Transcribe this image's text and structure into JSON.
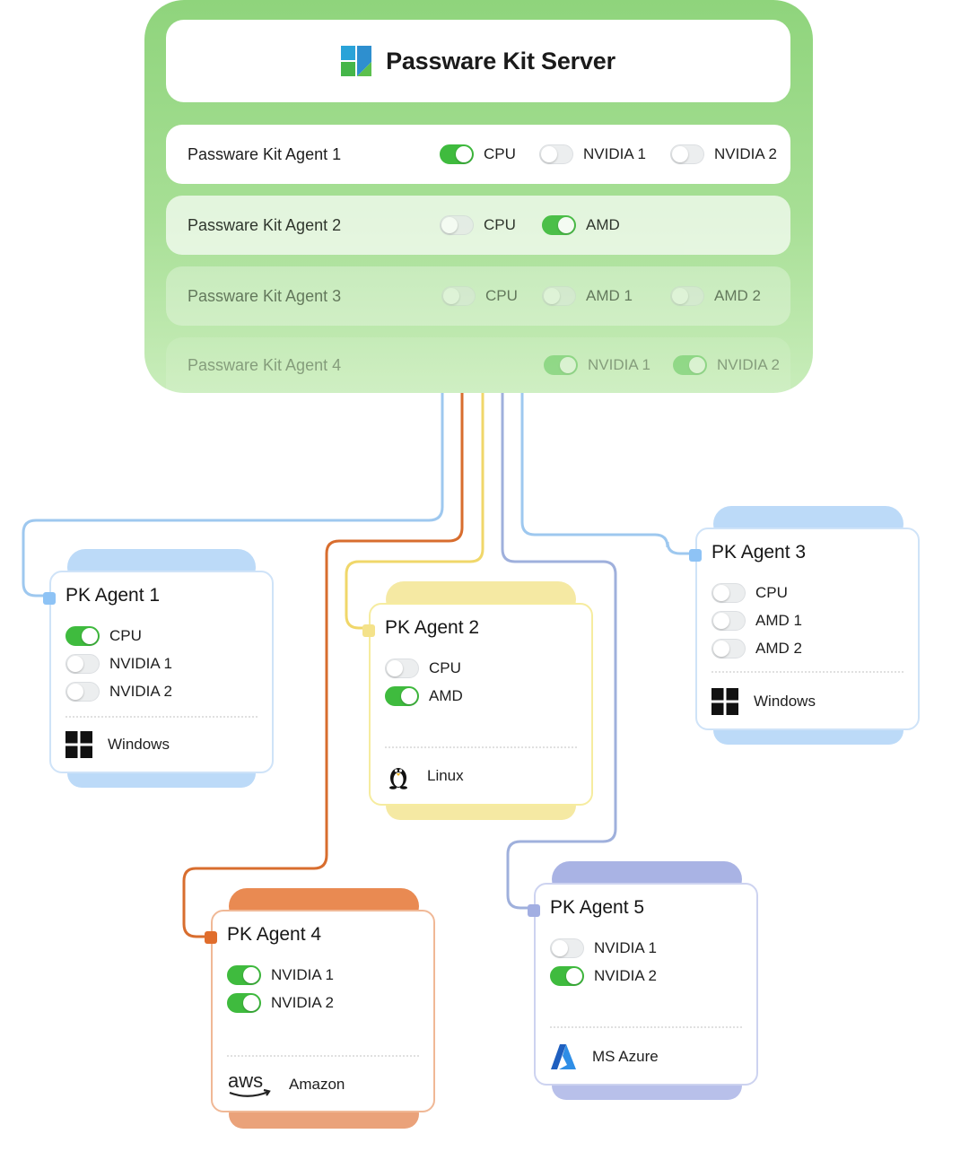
{
  "server": {
    "title": "Passware Kit Server",
    "logo_icon": "passware-logo-icon",
    "rows": [
      {
        "name": "Passware Kit Agent 1",
        "resources": [
          {
            "label": "CPU",
            "on": true
          },
          {
            "label": "NVIDIA 1",
            "on": false
          },
          {
            "label": "NVIDIA 2",
            "on": false
          }
        ]
      },
      {
        "name": "Passware Kit Agent 2",
        "resources": [
          {
            "label": "CPU",
            "on": false
          },
          {
            "label": "AMD",
            "on": true
          }
        ]
      },
      {
        "name": "Passware Kit Agent 3",
        "resources": [
          {
            "label": "CPU",
            "on": false
          },
          {
            "label": "AMD 1",
            "on": false
          },
          {
            "label": "AMD 2",
            "on": false
          }
        ]
      },
      {
        "name": "Passware Kit Agent 4",
        "resources": [
          {
            "label": "NVIDIA 1",
            "on": true
          },
          {
            "label": "NVIDIA 2",
            "on": true
          }
        ]
      }
    ]
  },
  "agents": [
    {
      "title": "PK Agent 1",
      "color": "#8ec3f5",
      "resources": [
        {
          "label": "CPU",
          "on": true
        },
        {
          "label": "NVIDIA 1",
          "on": false
        },
        {
          "label": "NVIDIA 2",
          "on": false
        }
      ],
      "platform": "Windows",
      "platform_icon": "windows-icon"
    },
    {
      "title": "PK Agent 2",
      "color": "#f4e28a",
      "resources": [
        {
          "label": "CPU",
          "on": false
        },
        {
          "label": "AMD",
          "on": true
        }
      ],
      "platform": "Linux",
      "platform_icon": "linux-penguin-icon"
    },
    {
      "title": "PK Agent 3",
      "color": "#8ec3f5",
      "resources": [
        {
          "label": "CPU",
          "on": false
        },
        {
          "label": "AMD 1",
          "on": false
        },
        {
          "label": "AMD 2",
          "on": false
        }
      ],
      "platform": "Windows",
      "platform_icon": "windows-icon"
    },
    {
      "title": "PK Agent 4",
      "color": "#e8824a",
      "resources": [
        {
          "label": "NVIDIA 1",
          "on": true
        },
        {
          "label": "NVIDIA 2",
          "on": true
        }
      ],
      "platform": "Amazon",
      "platform_icon": "aws-logo-icon",
      "platform_logo_text": "aws"
    },
    {
      "title": "PK Agent 5",
      "color": "#a2aee2",
      "resources": [
        {
          "label": "NVIDIA 1",
          "on": false
        },
        {
          "label": "NVIDIA 2",
          "on": true
        }
      ],
      "platform": "MS Azure",
      "platform_icon": "azure-logo-icon"
    }
  ],
  "colors": {
    "server_green": "#8fd47c",
    "toggle_on": "#3fbb3e",
    "line_blue": "#8ec3f5",
    "line_orange": "#d86d2e",
    "line_yellow": "#f0d76a",
    "line_purple": "#9fb0dc",
    "line_lightblue": "#9ec8ef"
  }
}
